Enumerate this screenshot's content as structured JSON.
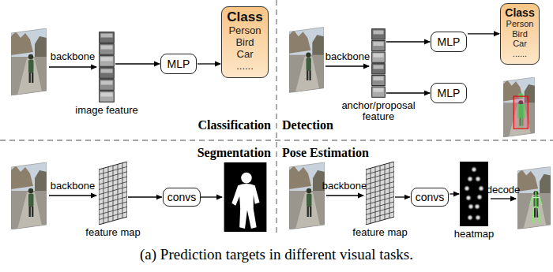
{
  "diagram": {
    "caption": "(a) Prediction targets in different visual tasks.",
    "nodes": [
      {
        "text": [
          "image feature"
        ]
      },
      {
        "text": [
          "MLP"
        ]
      },
      {
        "text": [
          "Class",
          "Person Bird Car ......"
        ]
      },
      {
        "text": [
          "anchor/proposal feature"
        ]
      },
      {
        "text": [
          "MLP"
        ]
      },
      {
        "text": [
          "Class",
          "Person Bird Car ......"
        ]
      },
      {
        "text": [
          "MLP"
        ]
      },
      {
        "text": [
          "feature map"
        ]
      },
      {
        "text": [
          "convs"
        ]
      },
      {
        "text": [
          "feature map"
        ]
      },
      {
        "text": [
          "convs"
        ]
      },
      {
        "text": [
          "heatmap"
        ]
      }
    ],
    "edges": [
      {
        "from": 0,
        "to": 1,
        "arrow": "to"
      },
      {
        "from": 1,
        "to": 2,
        "arrow": "to"
      },
      {
        "from": 3,
        "to": 4,
        "arrow": "to"
      },
      {
        "from": 3,
        "to": 6,
        "arrow": "to"
      },
      {
        "from": 4,
        "to": 5,
        "arrow": "to"
      },
      {
        "from": 7,
        "to": 8,
        "arrow": "to"
      },
      {
        "from": 9,
        "to": 10,
        "arrow": "to"
      },
      {
        "from": 10,
        "to": 11,
        "arrow": "to"
      }
    ],
    "labels": [
      "backbone",
      "backbone",
      "backbone",
      "backbone",
      "decode",
      "Classification",
      "Detection",
      "Segmentation",
      "Pose Estimation"
    ]
  }
}
